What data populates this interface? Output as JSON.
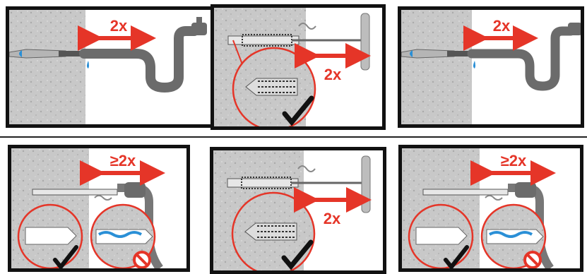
{
  "panels": [
    {
      "id": "p1",
      "step": "flush-water",
      "label": "2x",
      "icon": "faucet-hose-icon"
    },
    {
      "id": "p2",
      "step": "brush",
      "label": "2x",
      "icon": "brush-icon"
    },
    {
      "id": "p3",
      "step": "flush-water",
      "label": "2x",
      "icon": "faucet-hose-icon"
    },
    {
      "id": "p4",
      "step": "blow-air",
      "label": "≥2x",
      "icon": "air-nozzle-icon"
    },
    {
      "id": "p5",
      "step": "brush",
      "label": "2x",
      "icon": "brush-icon"
    },
    {
      "id": "p6",
      "step": "blow-air",
      "label": "≥2x",
      "icon": "air-nozzle-icon"
    }
  ],
  "colors": {
    "accent": "#e53528",
    "concrete": "#c9c9c9",
    "water": "#2a8fd6",
    "frame": "#111111"
  }
}
